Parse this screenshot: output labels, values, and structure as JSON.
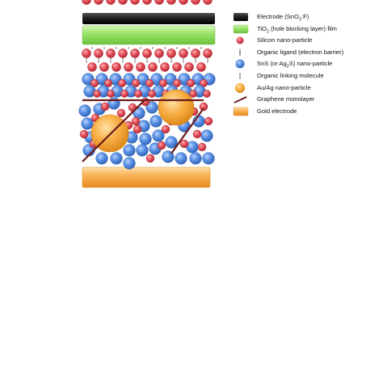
{
  "legend": [
    {
      "key": "electrode",
      "symbol": "black-bar-icon",
      "label": "Electrode (SnO",
      "sub": "2",
      "label_tail": ":F)"
    },
    {
      "key": "tio2",
      "symbol": "green-bar-icon",
      "label": "TiO",
      "sub": "2",
      "label_tail": " (hole blocking layer) film"
    },
    {
      "key": "silicon",
      "symbol": "red-dot-icon",
      "label": "Silicon nano-particle",
      "sub": "",
      "label_tail": ""
    },
    {
      "key": "ligand",
      "symbol": "short-line-icon",
      "label": "Organic ligand (electron barrier)",
      "sub": "",
      "label_tail": ""
    },
    {
      "key": "sns",
      "symbol": "blue-dot-icon",
      "label": "SnS (or Ag",
      "sub": "2",
      "label_tail": "S) nano-particle"
    },
    {
      "key": "linker",
      "symbol": "thin-line-icon",
      "label": "Organic linking molecule",
      "sub": "",
      "label_tail": ""
    },
    {
      "key": "auag",
      "symbol": "orange-dot-icon",
      "label": "Au/Ag nano-particle",
      "sub": "",
      "label_tail": ""
    },
    {
      "key": "graphene",
      "symbol": "diagonal-line-icon",
      "label": "Graphene monolayer",
      "sub": "",
      "label_tail": ""
    },
    {
      "key": "gold",
      "symbol": "orange-bar-icon",
      "label": "Gold electrode",
      "sub": "",
      "label_tail": ""
    }
  ],
  "colors": {
    "electrode": "#1a1a1a",
    "tio2": "#9be36a",
    "silicon": "#e0454f",
    "sns": "#4f86d9",
    "auag": "#f5a93a",
    "gold": "#f7a94b",
    "graphene": "#6b1a1a"
  }
}
